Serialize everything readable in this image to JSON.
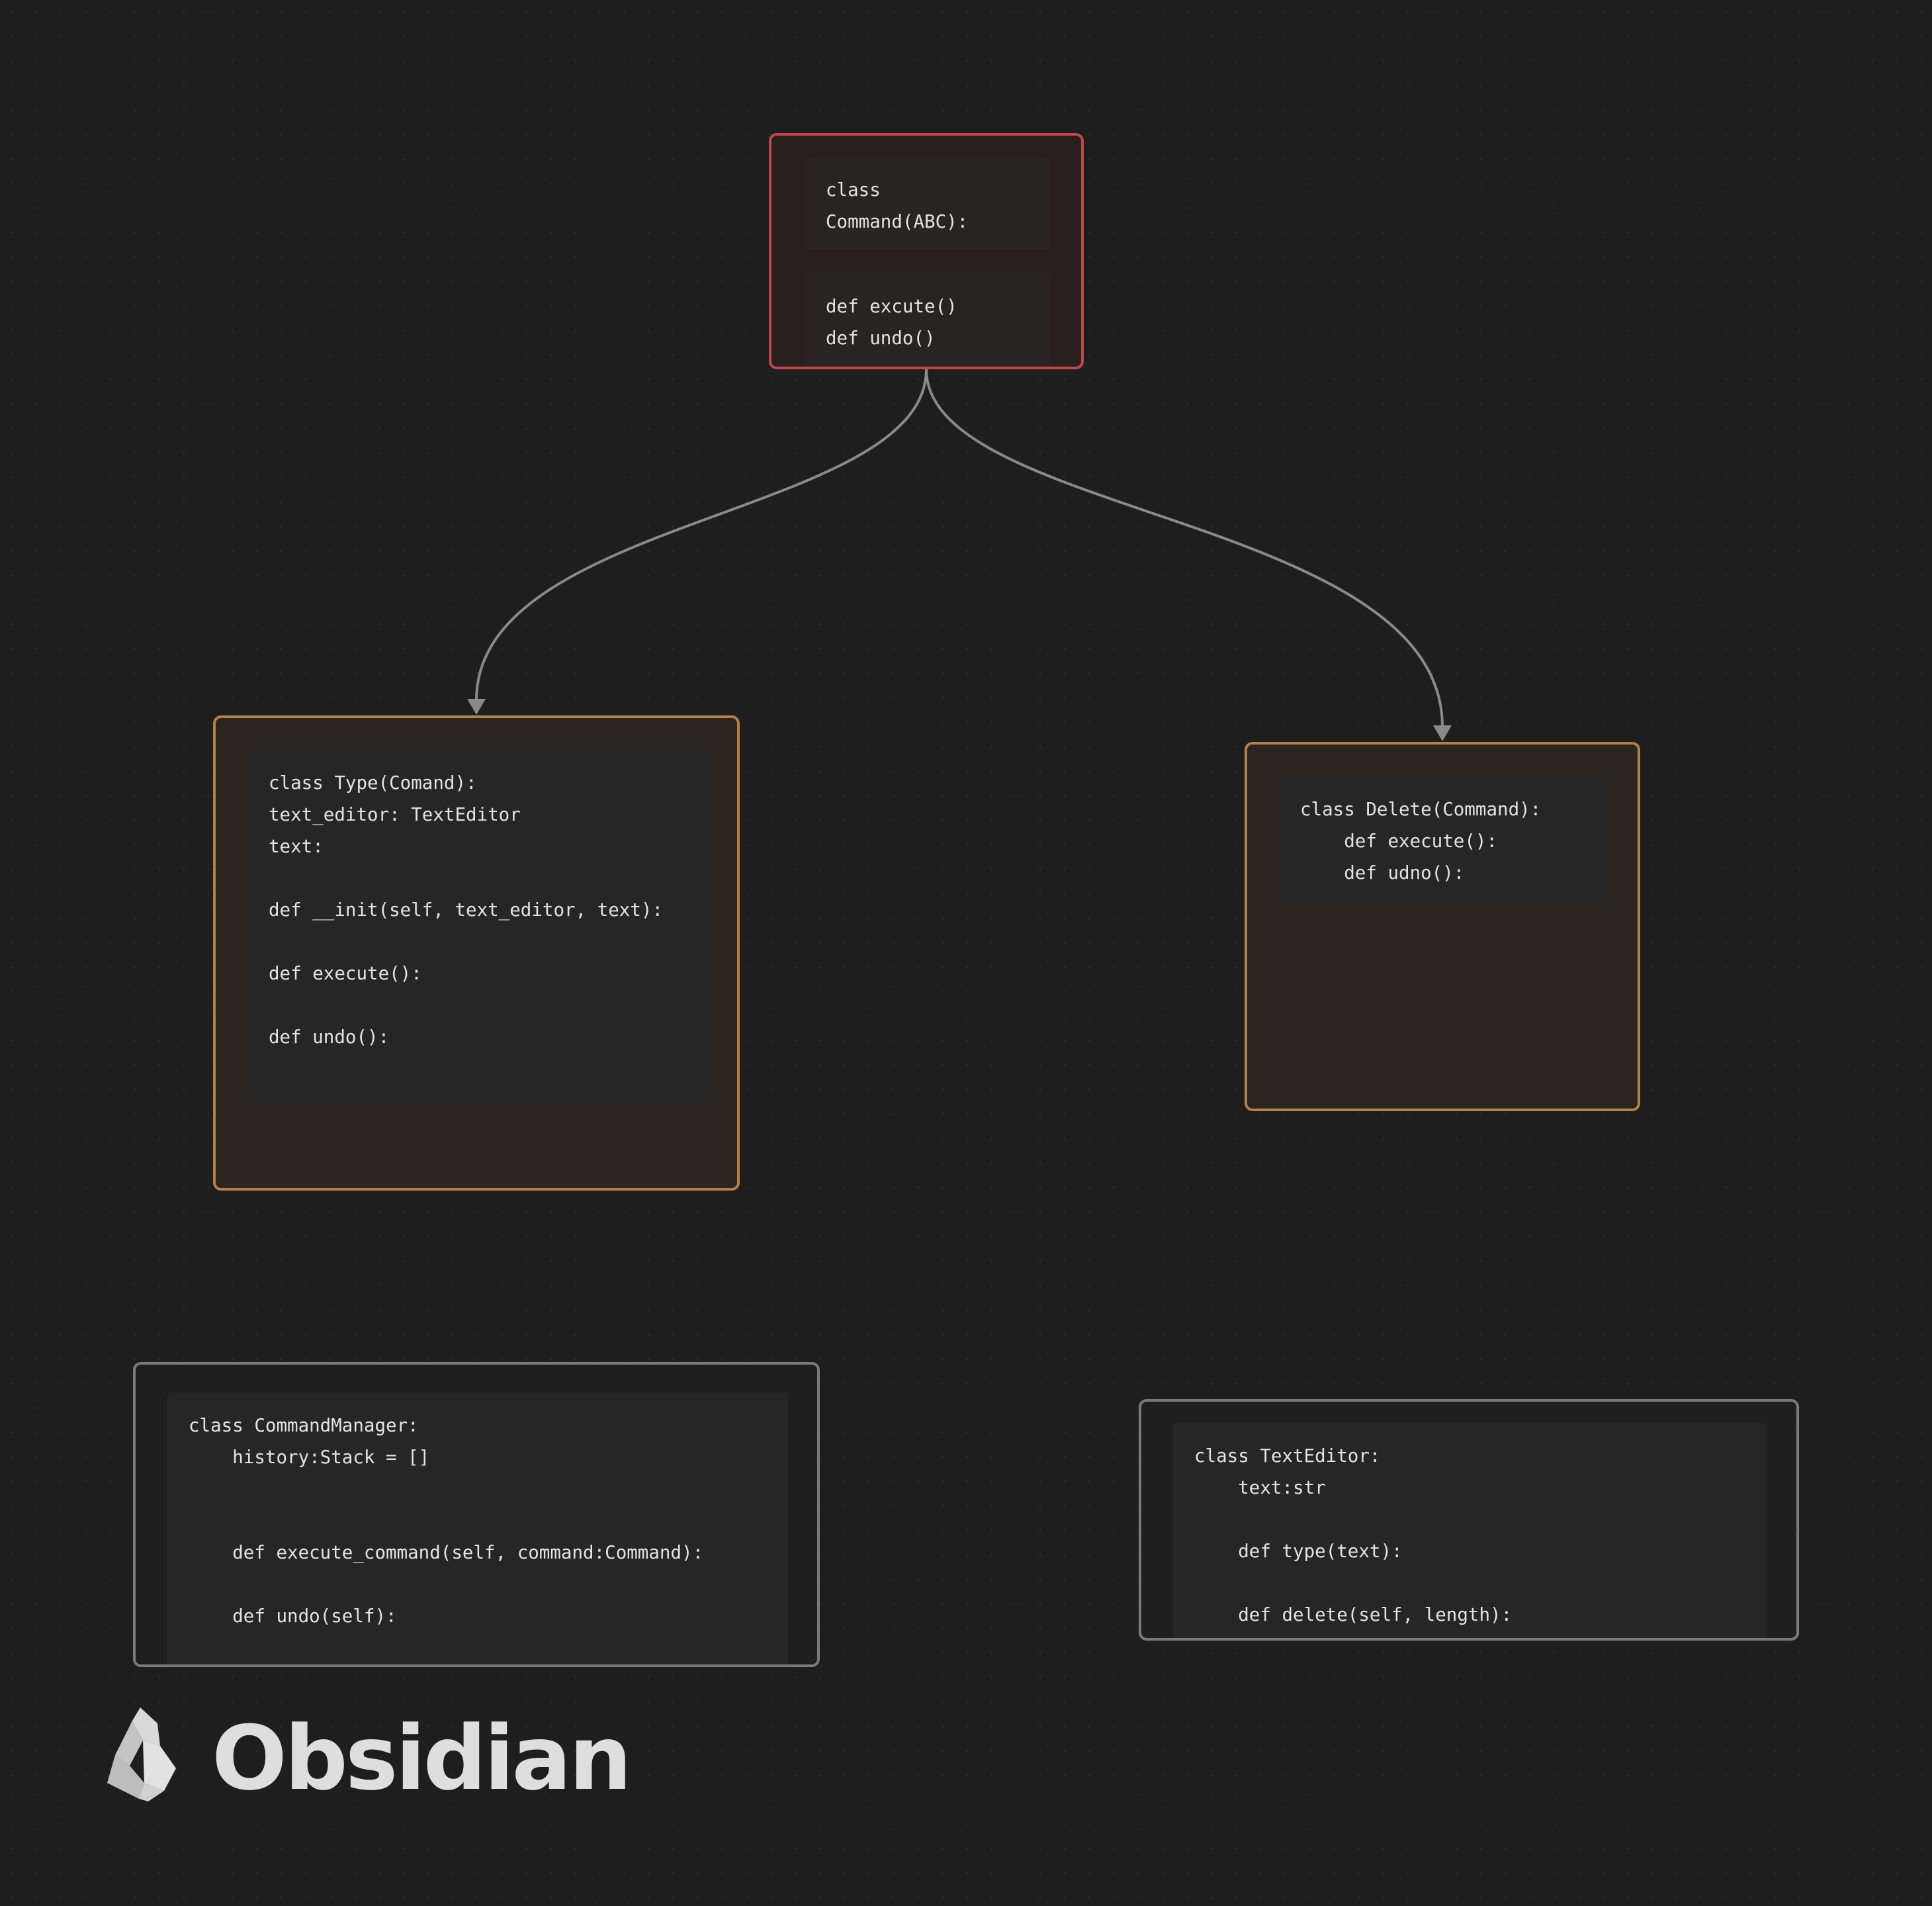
{
  "colors": {
    "background": "#1e1e1e",
    "red_card_border": "#c0474c",
    "orange_card_border": "#b57f45",
    "gray_card_border": "#7a7a7a",
    "edge": "#8a8a8a",
    "code_text": "#e3e3e3"
  },
  "nodes": {
    "command": {
      "color": "red",
      "sections": [
        "class\nCommand(ABC):",
        "def excute()\ndef undo()"
      ]
    },
    "type": {
      "color": "orange",
      "code": "class Type(Comand):\ntext_editor: TextEditor\ntext:\n\ndef __init(self, text_editor, text):\n\ndef execute():\n\ndef undo():"
    },
    "delete": {
      "color": "orange",
      "code": "class Delete(Command):\n    def execute():\n    def udno():"
    },
    "command_manager": {
      "color": "gray",
      "code": "class CommandManager:\n    history:Stack = []\n\n\n    def execute_command(self, command:Command):\n\n    def undo(self):"
    },
    "text_editor": {
      "color": "gray",
      "code": "class TextEditor:\n    text:str\n\n    def type(text):\n\n    def delete(self, length):"
    }
  },
  "edges": [
    {
      "from": "command",
      "to": "type"
    },
    {
      "from": "command",
      "to": "delete"
    }
  ],
  "branding": {
    "logo_icon": "obsidian-crystal-icon",
    "name": "Obsidian"
  }
}
